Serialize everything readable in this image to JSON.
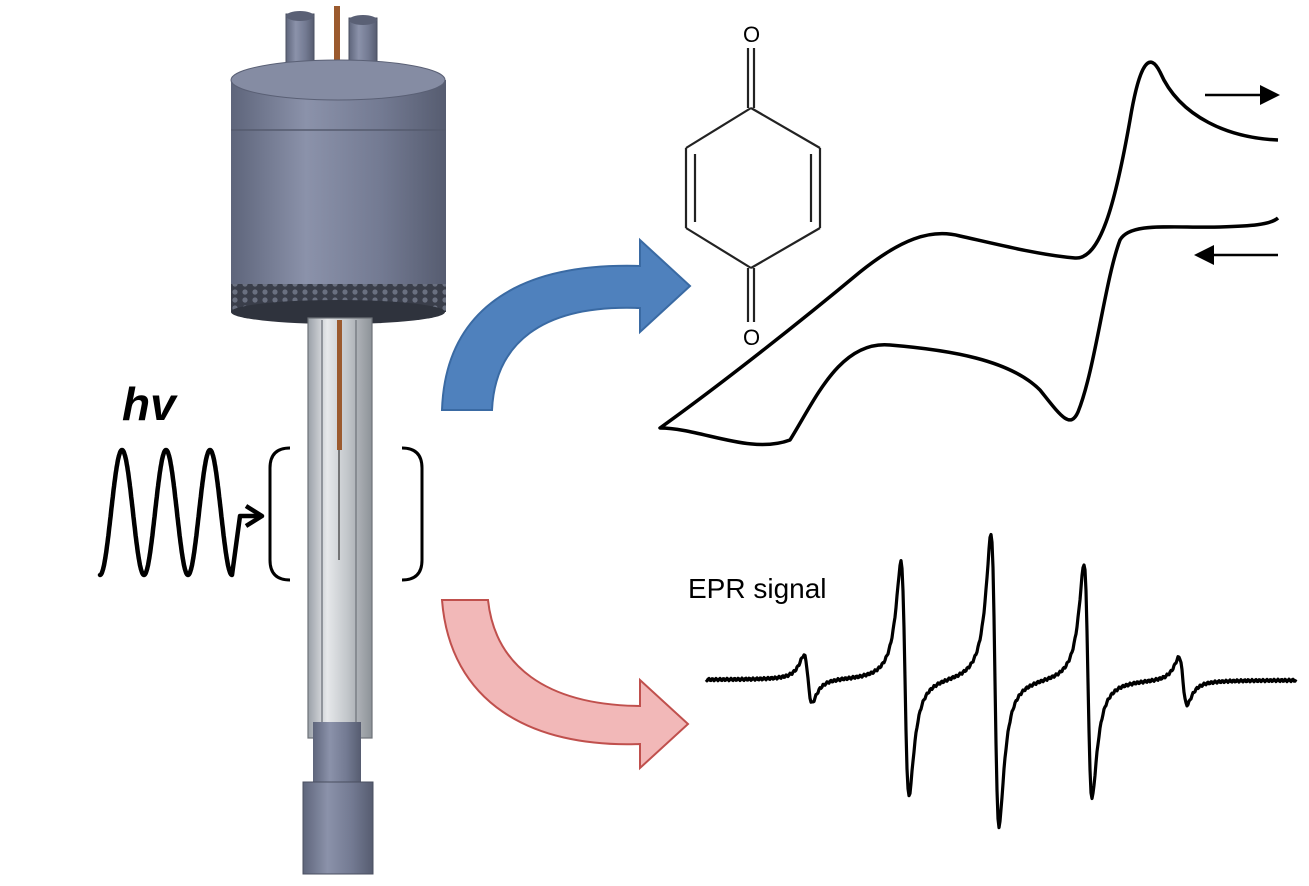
{
  "diagram": {
    "light_label": "hv",
    "epr_label": "EPR signal",
    "molecule": {
      "name_icon": "benzoquinone-structure-icon",
      "atoms": [
        "O",
        "O"
      ]
    },
    "colors": {
      "arrow_top": "#4f81bd",
      "arrow_top_edge": "#3a6aa3",
      "arrow_bottom": "#f2b8b8",
      "arrow_bottom_edge": "#c0504d",
      "cell_body": "#7b8299",
      "cell_dark": "#5d6378",
      "trace": "#000000"
    },
    "icons": {
      "cell": "photoelectrochemical-cell-icon",
      "light_wave": "light-wave-icon",
      "cv_curve": "cyclic-voltammogram-curve",
      "epr_spectrum": "epr-spectrum-curve",
      "scan_arrows": [
        "scan-forward-arrow-icon",
        "scan-reverse-arrow-icon"
      ]
    }
  }
}
